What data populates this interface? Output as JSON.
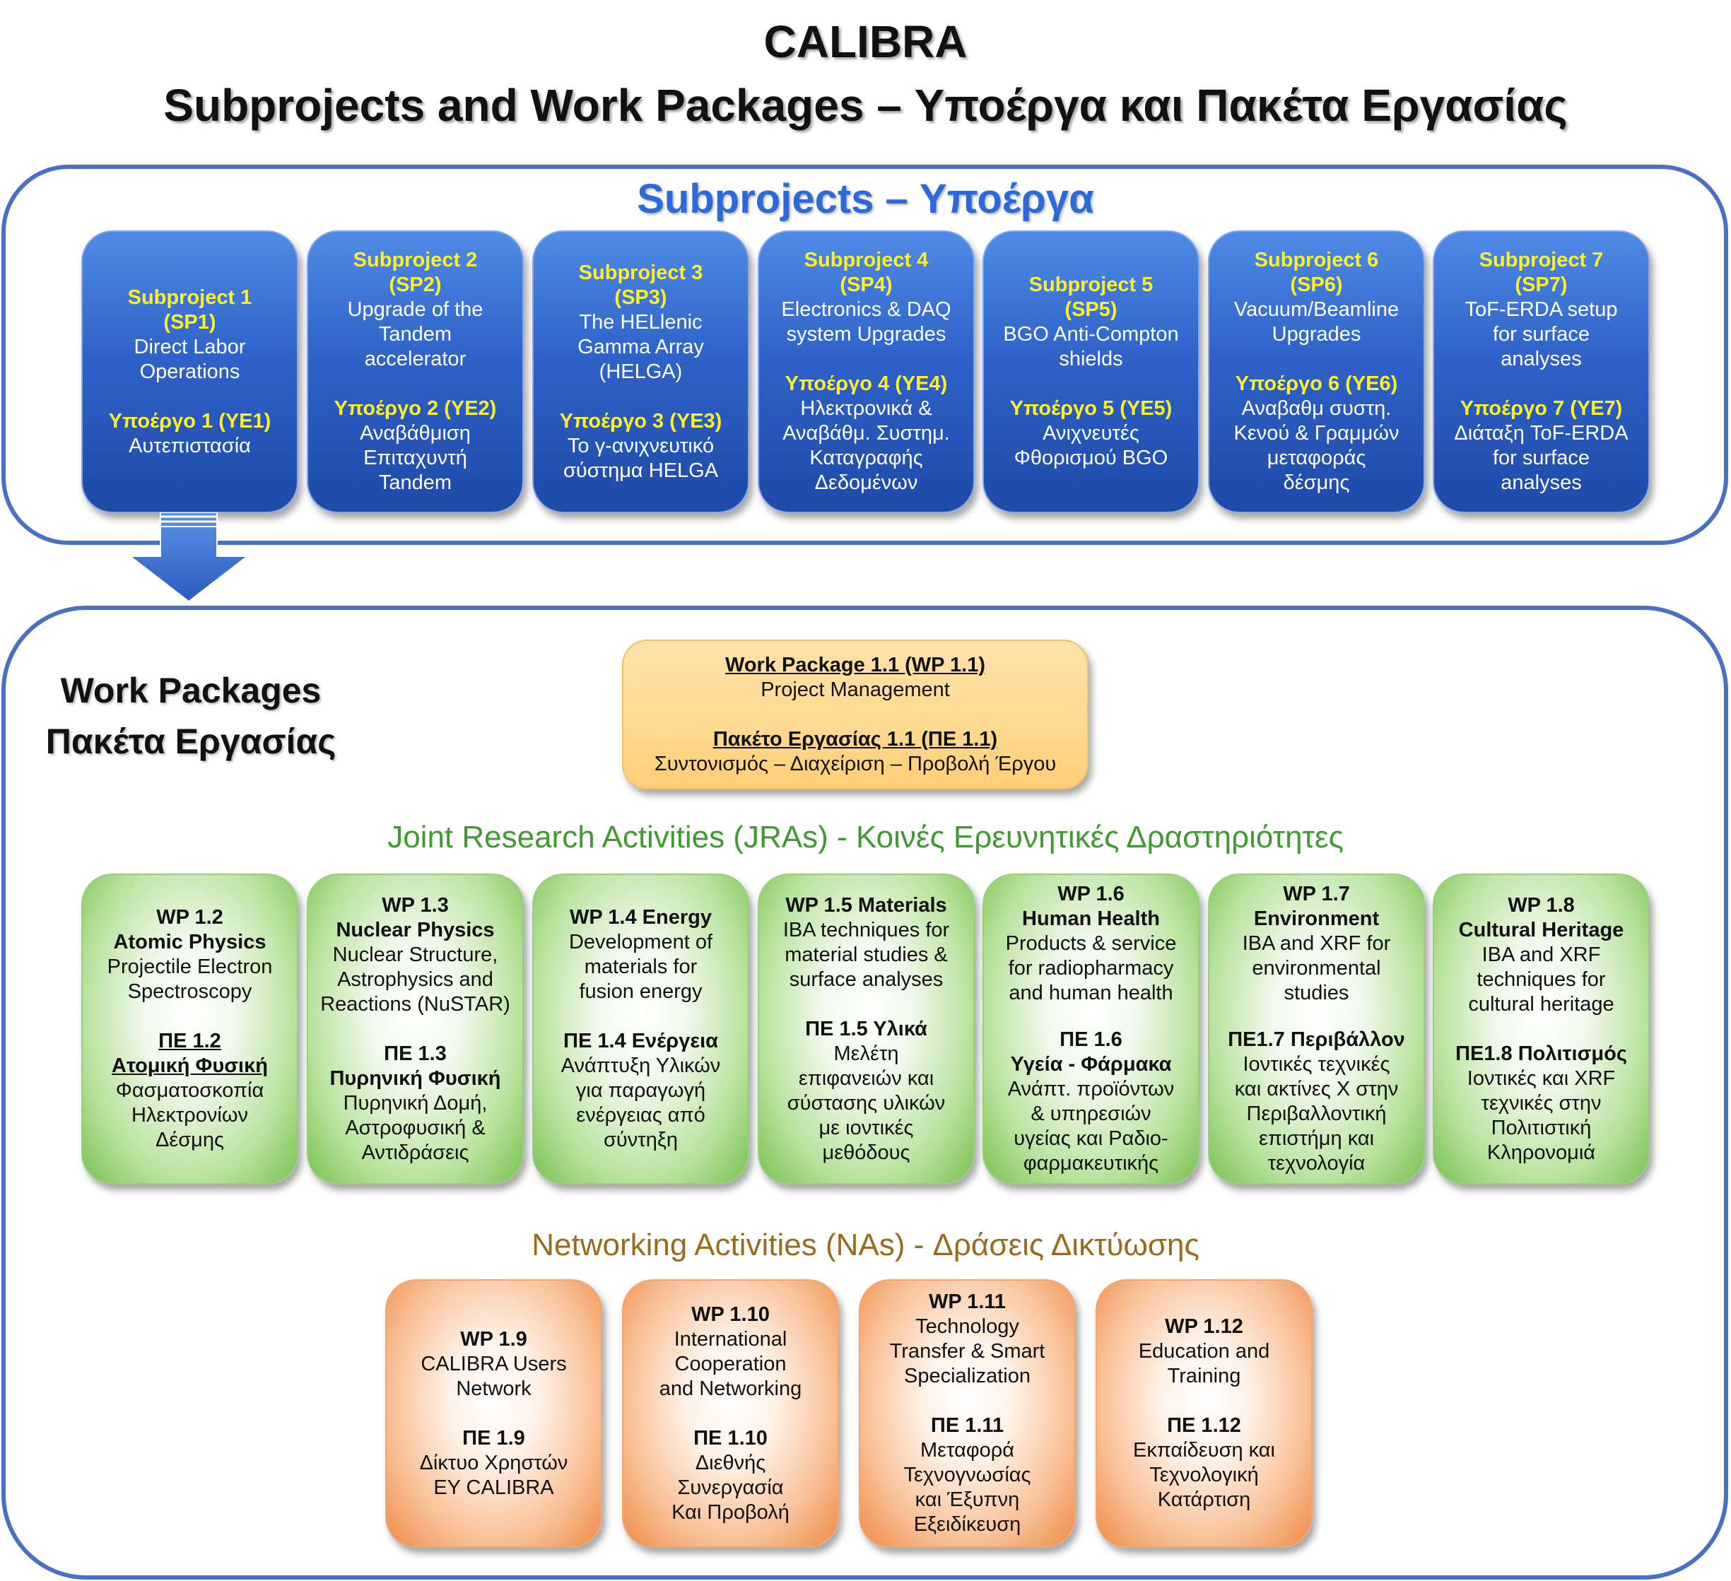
{
  "title": "CALIBRA",
  "subtitle": "Subprojects and Work Packages – Υποέργα και Πακέτα Εργασίας",
  "colors": {
    "frame_border": "#4a70c4",
    "subproject_heading": "#2b6ad8",
    "subproject_box": "#2f62c8",
    "subproject_label": "#ffef2a",
    "jra_heading": "#3f9a2f",
    "jra_box": "#76c150",
    "na_heading": "#9a6a1e",
    "na_box": "#ee8a45",
    "management_box": "#ffd98f"
  },
  "subprojects_heading": "Subprojects – Υποέργα",
  "subprojects": [
    {
      "l1": "Subproject 1",
      "l2": "(SP1)",
      "en": [
        "Direct Labor",
        "Operations"
      ],
      "el_label": "Υποέργο 1 (ΥΕ1)",
      "el": [
        "Αυτεπιστασία"
      ]
    },
    {
      "l1": "Subproject 2",
      "l2": "(SP2)",
      "en": [
        "Upgrade of the",
        "Tandem",
        "accelerator"
      ],
      "el_label": "Υποέργο 2 (ΥΕ2)",
      "el": [
        "Αναβάθμιση",
        "Επιταχυντή",
        "Tandem"
      ]
    },
    {
      "l1": "Subproject 3",
      "l2": "(SP3)",
      "en": [
        "The HELlenic",
        "Gamma Array",
        "(HELGA)"
      ],
      "el_label": "Υποέργο 3 (ΥΕ3)",
      "el": [
        "Το γ-ανιχνευτικό",
        "σύστημα HELGA"
      ]
    },
    {
      "l1": "Subproject 4",
      "l2": "(SP4)",
      "en": [
        "Electronics & DAQ",
        "system Upgrades"
      ],
      "el_label": "Υποέργο 4 (ΥΕ4)",
      "el": [
        "Ηλεκτρονικά &",
        "Αναβάθμ. Συστημ.",
        "Καταγραφής",
        "Δεδομένων"
      ]
    },
    {
      "l1": "Subproject 5",
      "l2": "(SP5)",
      "en": [
        "BGO Anti-Compton",
        "shields"
      ],
      "el_label": "Υποέργο 5 (ΥΕ5)",
      "el": [
        "Ανιχνευτές",
        "Φθορισμού BGO"
      ]
    },
    {
      "l1": "Subproject 6",
      "l2": "(SP6)",
      "en": [
        "Vacuum/Beamline",
        "Upgrades"
      ],
      "el_label": "Υποέργο 6 (ΥΕ6)",
      "el": [
        "Αναβαθμ συστη.",
        "Κενού & Γραμμών",
        "μεταφοράς",
        "δέσμης"
      ]
    },
    {
      "l1": "Subproject 7",
      "l2": "(SP7)",
      "en": [
        "ToF-ERDA setup",
        "for surface",
        "analyses"
      ],
      "el_label": "Υποέργο 7 (ΥΕ7)",
      "el": [
        "Διάταξη ToF-ERDA",
        "for surface",
        "analyses"
      ]
    }
  ],
  "work_packages_title_en": "Work Packages",
  "work_packages_title_el": "Πακέτα Εργασίας",
  "management": {
    "en_label": "Work Package 1.1  (WP 1.1)",
    "en_text": "Project Management",
    "el_label": "Πακέτο Εργασίας 1.1 (ΠΕ 1.1)",
    "el_text": "Συντονισμός – Διαχείριση – Προβολή Έργου"
  },
  "jra_heading": "Joint Research Activities  (JRAs)  -  Κοινές Ερευνητικές Δραστηριότητες",
  "jras": [
    {
      "en_bold": [
        "WP 1.2",
        "Atomic Physics"
      ],
      "en": [
        "Projectile Electron",
        "Spectroscopy"
      ],
      "el_bold": [
        "ΠΕ 1.2",
        "Ατομική Φυσική"
      ],
      "el": [
        "Φασματοσκοπία",
        "Ηλεκτρονίων",
        "Δέσμης"
      ]
    },
    {
      "en_bold": [
        "WP 1.3",
        "Nuclear Physics"
      ],
      "en": [
        "Nuclear Structure,",
        "Astrophysics and",
        "Reactions (NuSTAR)"
      ],
      "el_bold": [
        "ΠΕ 1.3",
        "Πυρηνική Φυσική"
      ],
      "el": [
        "Πυρηνική Δομή,",
        "Αστροφυσική &",
        "Αντιδράσεις"
      ]
    },
    {
      "en_bold": [
        "WP 1.4 Energy"
      ],
      "en": [
        "Development of",
        "materials for",
        "fusion energy"
      ],
      "el_bold": [
        "ΠΕ 1.4 Ενέργεια"
      ],
      "el": [
        "Ανάπτυξη Υλικών",
        "για παραγωγή",
        "ενέργειας από",
        "σύντηξη"
      ]
    },
    {
      "en_bold": [
        "WP 1.5 Materials"
      ],
      "en": [
        "IBA techniques for",
        "material studies &",
        "surface analyses"
      ],
      "el_bold": [
        "ΠΕ 1.5 Υλικά"
      ],
      "el": [
        "Μελέτη",
        "επιφανειών και",
        "σύστασης υλικών",
        "με ιοντικές",
        "μεθόδους"
      ]
    },
    {
      "en_bold": [
        "WP 1.6",
        "Human Health"
      ],
      "en": [
        "Products & service",
        "for radiopharmacy",
        "and human health"
      ],
      "el_bold": [
        "ΠΕ 1.6",
        "Υγεία - Φάρμακα"
      ],
      "el": [
        "Ανάπτ. προϊόντων",
        "& υπηρεσιών",
        "υγείας και Ραδιο-",
        "φαρμακευτικής"
      ]
    },
    {
      "en_bold": [
        "WP 1.7",
        "Environment"
      ],
      "en": [
        "IBA and XRF for",
        "environmental",
        "studies"
      ],
      "el_bold": [
        "ΠΕ1.7 Περιβάλλον"
      ],
      "el": [
        "Ιοντικές τεχνικές",
        "και ακτίνες Χ στην",
        "Περιβαλλοντική",
        "επιστήμη και",
        "τεχνολογία"
      ]
    },
    {
      "en_bold": [
        "WP 1.8",
        "Cultural Heritage"
      ],
      "en": [
        "IBA and XRF",
        "techniques for",
        "cultural heritage"
      ],
      "el_bold": [
        "ΠΕ1.8 Πολιτισμός"
      ],
      "el": [
        "Ιοντικές και XRF",
        "τεχνικές στην",
        "Πολιτιστική",
        "Κληρονομιά"
      ]
    }
  ],
  "na_heading": "Networking Activities  (NAs)  -  Δράσεις Δικτύωσης",
  "nas": [
    {
      "en_bold": [
        "WP 1.9"
      ],
      "en": [
        "CALIBRA Users",
        "Network"
      ],
      "el_bold": [
        "ΠΕ 1.9"
      ],
      "el": [
        "Δίκτυο Χρηστών",
        "ΕΥ CALIBRA"
      ]
    },
    {
      "en_bold": [
        "WP 1.10"
      ],
      "en": [
        "International",
        "Cooperation",
        "and Networking"
      ],
      "el_bold": [
        "ΠΕ 1.10"
      ],
      "el": [
        "Διεθνής",
        "Συνεργασία",
        "Και Προβολή"
      ]
    },
    {
      "en_bold": [
        "WP 1.11"
      ],
      "en": [
        "Technology",
        "Transfer & Smart",
        "Specialization"
      ],
      "el_bold": [
        "ΠΕ 1.11"
      ],
      "el": [
        "Μεταφορά",
        "Τεχνογνωσίας",
        "και Έξυπνη",
        "Εξειδίκευση"
      ]
    },
    {
      "en_bold": [
        "WP 1.12"
      ],
      "en": [
        "Education and",
        "Training"
      ],
      "el_bold": [
        "ΠΕ 1.12"
      ],
      "el": [
        "Εκπαίδευση και",
        "Τεχνολογική",
        "Κατάρτιση"
      ]
    }
  ]
}
